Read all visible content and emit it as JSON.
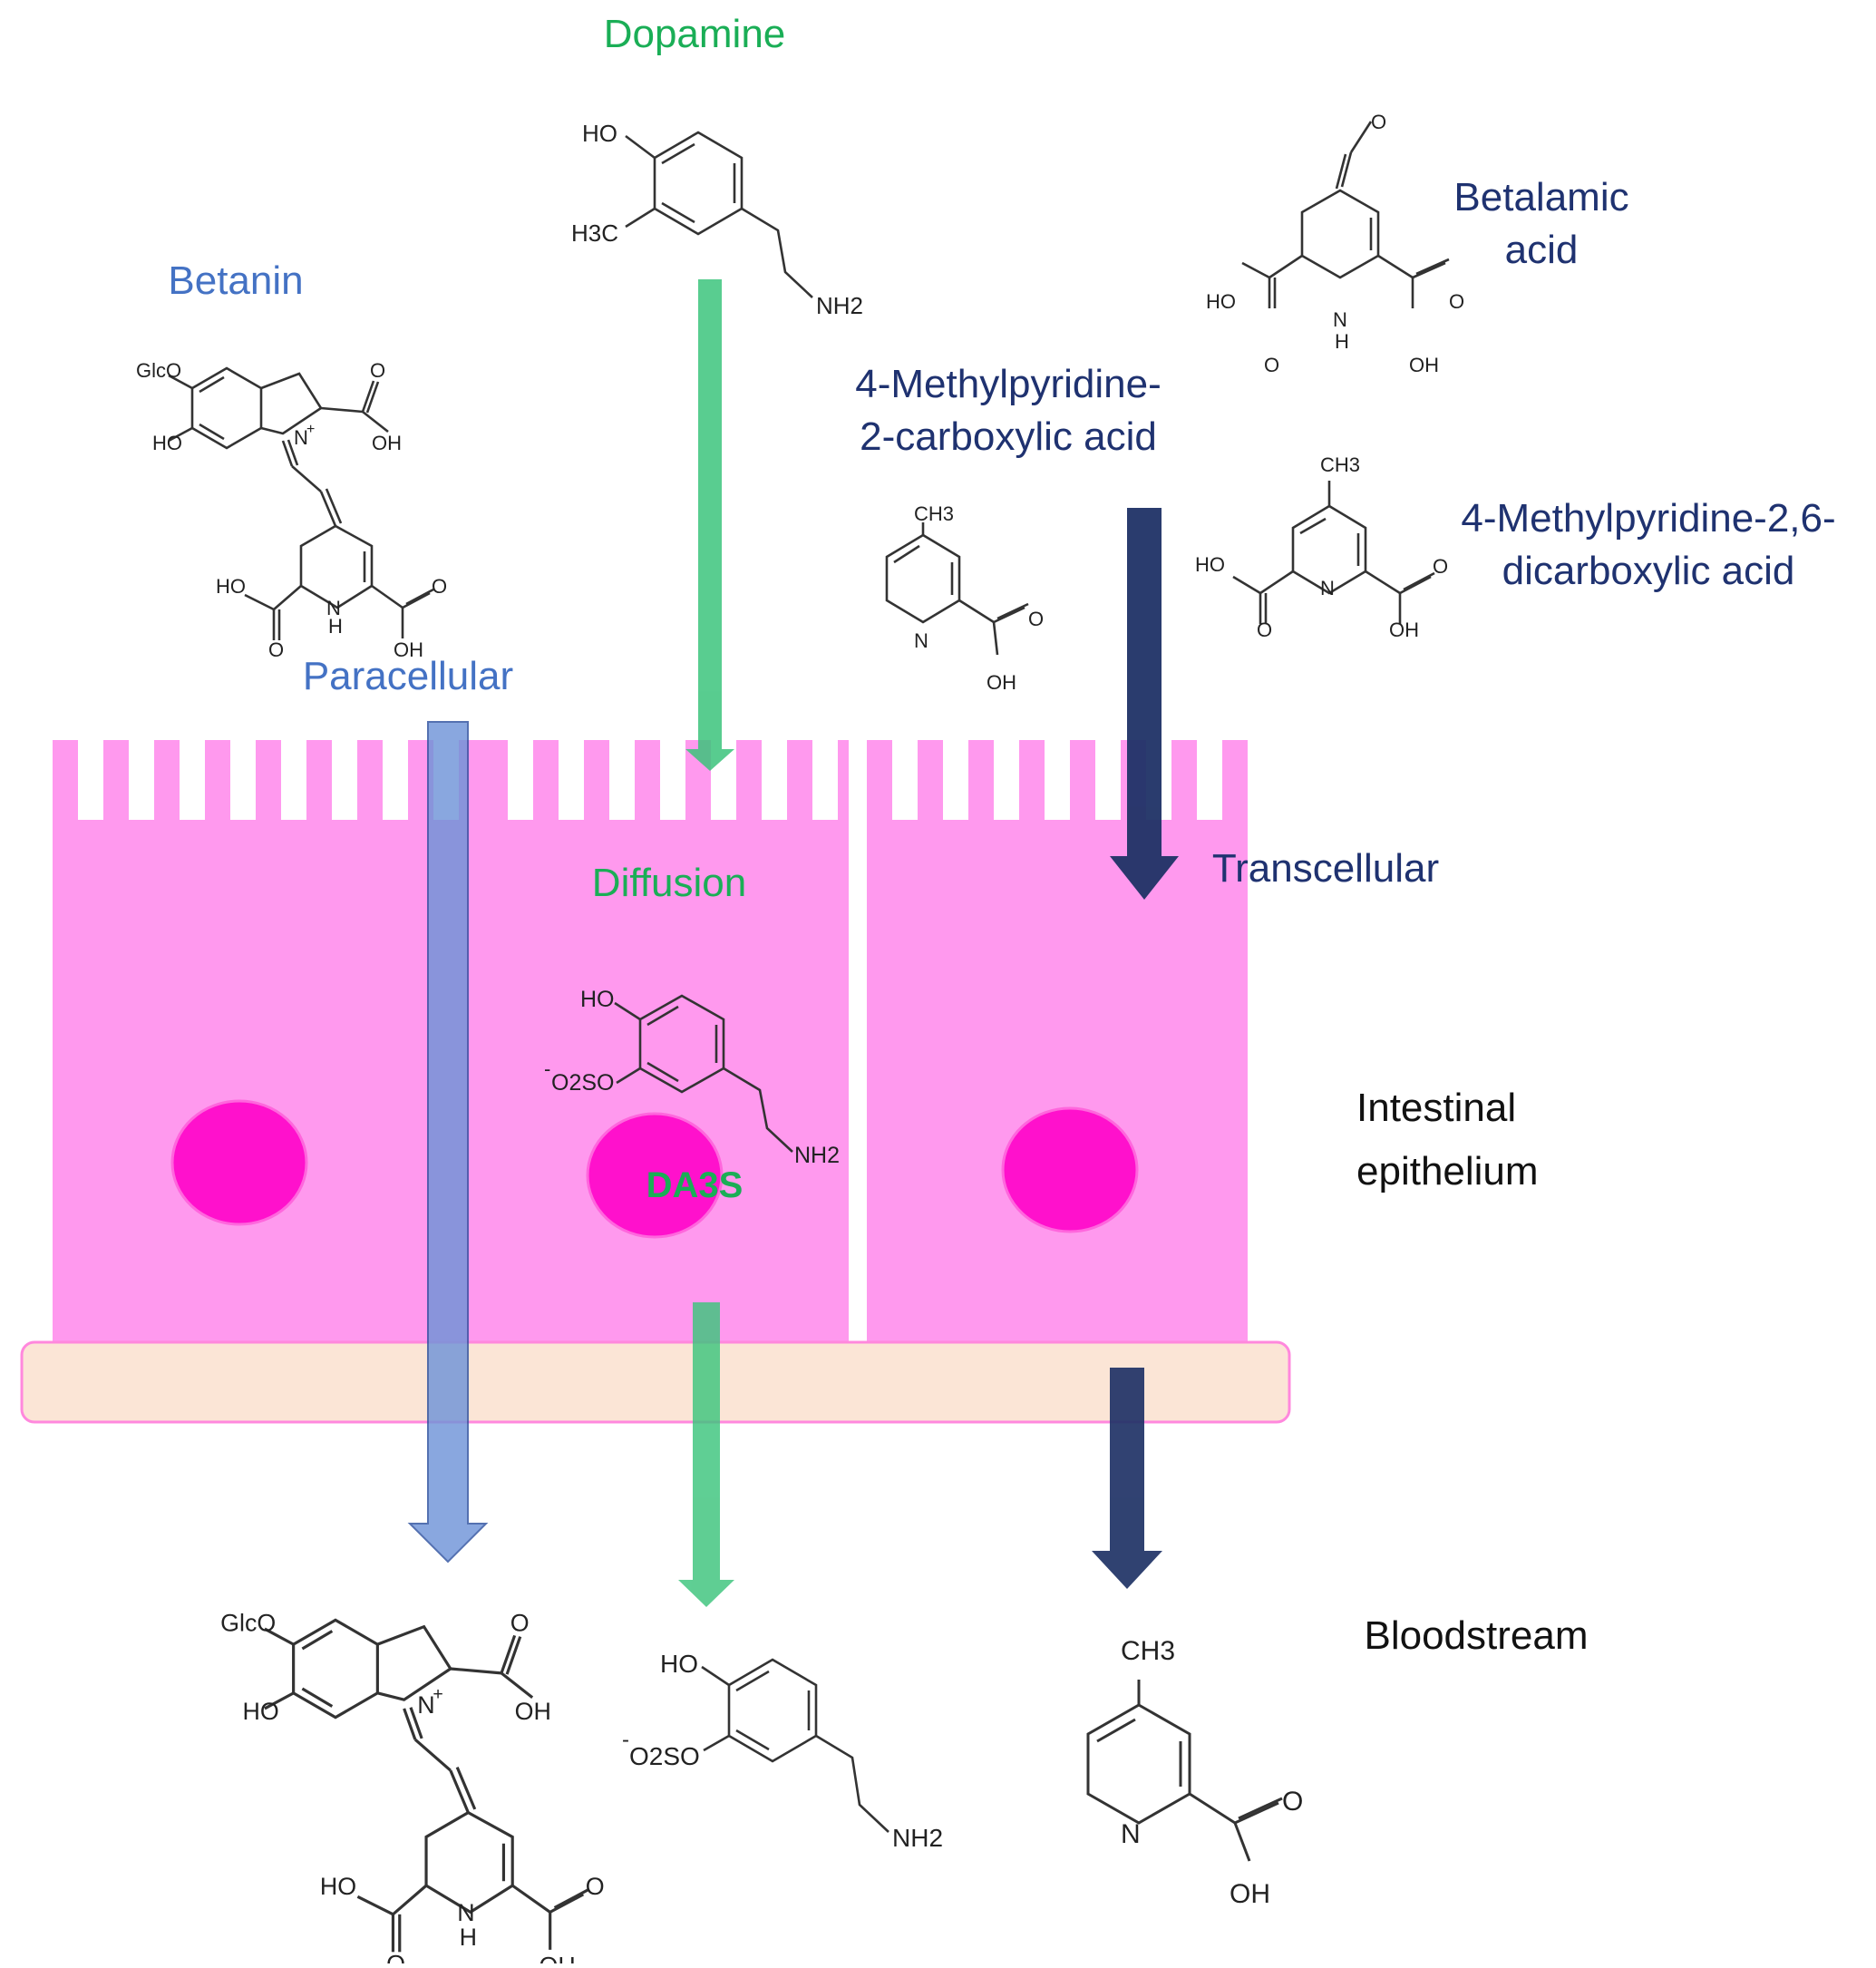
{
  "colors": {
    "cell": "#ff99ee",
    "nucleus": "#ff11cc",
    "basement": "#fbe5d6",
    "basement_border": "#ff88dd",
    "green": "#3cc47c",
    "blue_light": "#7094d8",
    "blue_dark": "#1f3266",
    "label_green": "#1aae56",
    "label_blue": "#4472c4",
    "label_navy": "#1f3270"
  },
  "labels": {
    "dopamine": "Dopamine",
    "betanin": "Betanin",
    "betalamic_l1": "Betalamic",
    "betalamic_l2": "acid",
    "mpca_l1": "4-Methylpyridine-",
    "mpca_l2": "2-carboxylic acid",
    "mpdca_l1": "4-Methylpyridine-2,6-",
    "mpdca_l2": "dicarboxylic acid",
    "paracellular": "Paracellular",
    "diffusion": "Diffusion",
    "transcellular": "Transcellular",
    "da3s": "DA3S",
    "intestinal_l1": "Intestinal",
    "intestinal_l2": "epithelium",
    "bloodstream": "Bloodstream"
  },
  "atoms": {
    "ho": "HO",
    "oh": "OH",
    "o": "O",
    "n": "N",
    "h": "H",
    "nplus": "N",
    "plus": "+",
    "h3c": "H3C",
    "ch3": "CH3",
    "nh2": "NH2",
    "glco": "GlcO",
    "o2so": "O2SO",
    "minus": "-"
  }
}
